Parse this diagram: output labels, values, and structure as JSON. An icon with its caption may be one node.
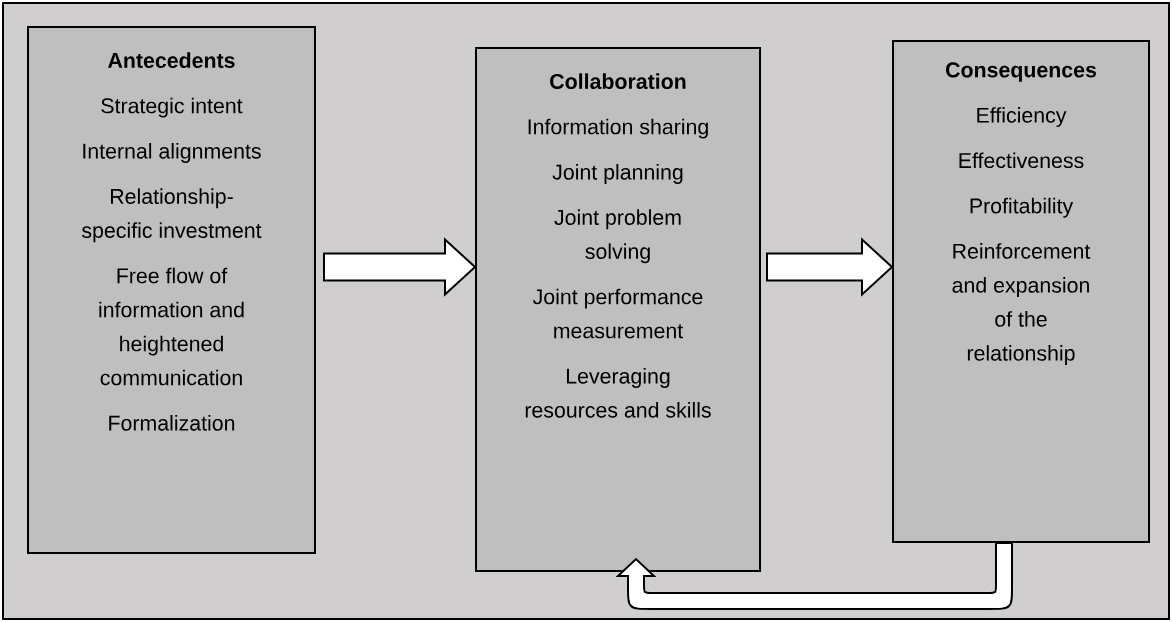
{
  "diagram": {
    "nodes": [
      {
        "text": [
          "Antecedents",
          "Strategic intent",
          "Internal alignments",
          "Relationship-specific investment",
          "Free flow of information and heightened communication",
          "Formalization"
        ]
      },
      {
        "text": [
          "Collaboration",
          "Information sharing",
          "Joint planning",
          "Joint problem solving",
          "Joint performance measurement",
          "Leveraging resources and skills"
        ]
      },
      {
        "text": [
          "Consequences",
          "Efficiency",
          "Effectiveness",
          "Profitability",
          "Reinforcement and expansion of the relationship"
        ]
      }
    ],
    "edges": [
      {
        "from": 0,
        "to": 1,
        "arrow": "to"
      },
      {
        "from": 1,
        "to": 2,
        "arrow": "to"
      },
      {
        "from": 2,
        "to": 1,
        "arrow": "to"
      }
    ]
  }
}
